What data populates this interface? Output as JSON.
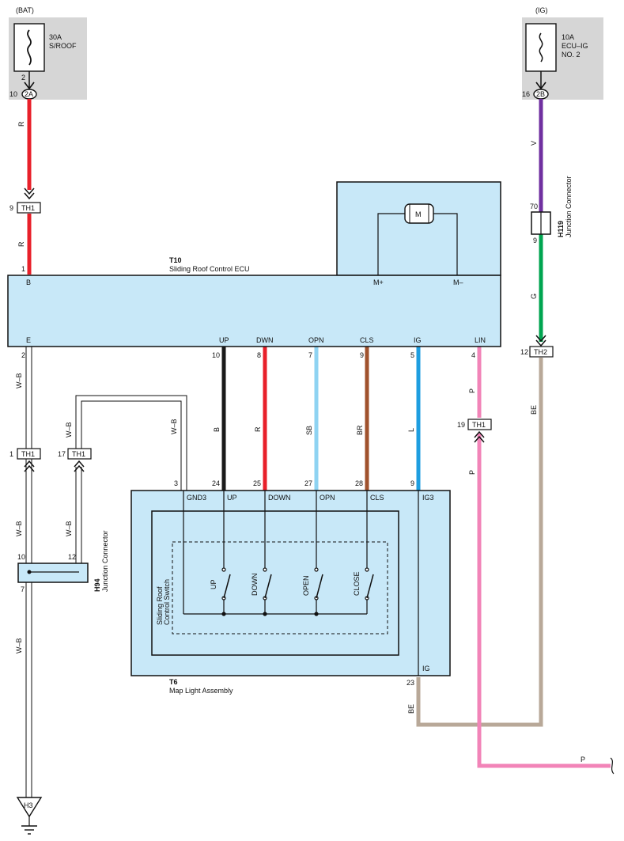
{
  "colors": {
    "red": "#e8202a",
    "black": "#1a1a1a",
    "sky_blue": "#8ed3f2",
    "brown": "#a0522d",
    "blue": "#1e9ee0",
    "pink": "#f284b8",
    "violet": "#7030a0",
    "green": "#00a550",
    "beige": "#b8a898",
    "component_fill": "#c8e8f8",
    "power_box": "#d6d6d6"
  },
  "power": {
    "bat": {
      "source": "(BAT)",
      "fuse_rating": "30A",
      "fuse_name": "S/ROOF",
      "pin_top": "2",
      "pin_side": "10",
      "connector": "2A"
    },
    "ig": {
      "source": "(IG)",
      "fuse_rating": "10A",
      "fuse_name_1": "ECU–IG",
      "fuse_name_2": "NO. 2",
      "pin_side": "16",
      "connector": "2B"
    }
  },
  "wire_colors": {
    "r": "R",
    "v": "V",
    "g": "G",
    "wb": "W–B",
    "b": "B",
    "sb": "SB",
    "br": "BR",
    "l": "L",
    "p": "P",
    "be": "BE"
  },
  "connectors": {
    "th1_top": {
      "pin": "9",
      "label": "TH1"
    },
    "th1_left": {
      "pin": "1",
      "label": "TH1"
    },
    "th1_mid": {
      "pin": "17",
      "label": "TH1"
    },
    "th1_right": {
      "pin": "19",
      "label": "TH1"
    },
    "th2": {
      "pin": "12",
      "label": "TH2"
    },
    "h119": {
      "id": "H119",
      "name": "Junction Connector",
      "pin_top": "70",
      "pin_bottom": "9"
    },
    "h94": {
      "id": "H94",
      "name": "Junction Connector",
      "pin_a": "10",
      "pin_b": "12",
      "pin_c": "7"
    },
    "ground": {
      "label": "H3"
    }
  },
  "ecu": {
    "id": "T10",
    "name": "Sliding Roof Control ECU",
    "motor_label": "M",
    "pin_b_num": "1",
    "pin_b": "B",
    "pin_m_plus": "M+",
    "pin_m_minus": "M–",
    "bottom_pins": [
      {
        "name": "E",
        "num": "2"
      },
      {
        "name": "UP",
        "num": "10"
      },
      {
        "name": "DWN",
        "num": "8"
      },
      {
        "name": "OPN",
        "num": "7"
      },
      {
        "name": "CLS",
        "num": "9"
      },
      {
        "name": "IG",
        "num": "5"
      },
      {
        "name": "LIN",
        "num": "4"
      }
    ]
  },
  "map_light": {
    "id": "T6",
    "name": "Map Light Assembly",
    "top_pins": [
      {
        "name": "GND3",
        "num": "3"
      },
      {
        "name": "UP",
        "num": "24"
      },
      {
        "name": "DOWN",
        "num": "25"
      },
      {
        "name": "OPN",
        "num": "27"
      },
      {
        "name": "CLS",
        "num": "28"
      },
      {
        "name": "IG3",
        "num": "9"
      }
    ],
    "bottom_pin_name": "IG",
    "bottom_pin_num": "23",
    "switch_name_1": "Sliding Roof",
    "switch_name_2": "Control Switch",
    "switches": [
      "UP",
      "DOWN",
      "OPEN",
      "CLOSE"
    ]
  }
}
